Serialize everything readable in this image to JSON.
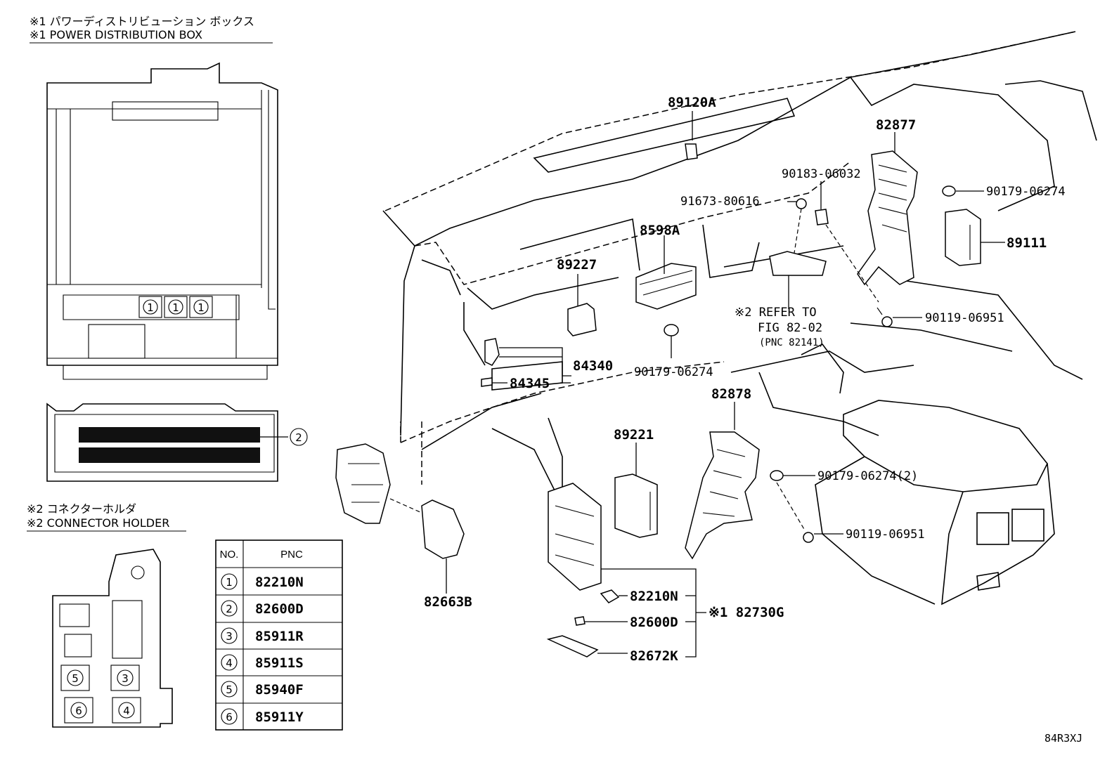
{
  "headers": {
    "note1_jp": "※1 パワーディストリビューション ボックス",
    "note1_en": "※1 POWER DISTRIBUTION BOX",
    "note2_jp": "※2 コネクターホルダ",
    "note2_en": "※2 CONNECTOR HOLDER"
  },
  "callouts": {
    "c89120A": "89120A",
    "c82877": "82877",
    "c90183": "90183-06032",
    "c91673": "91673-80616",
    "c90179_top": "90179-06274",
    "c8598A": "8598A",
    "c89111": "89111",
    "c89227": "89227",
    "refer1": "※2 REFER TO",
    "refer2": "FIG 82-02",
    "refer3": "(PNC 82141)",
    "c90119_top": "90119-06951",
    "c84340": "84340",
    "c84345": "84345",
    "c90179_mid": "90179-06274",
    "c82878": "82878",
    "c89221": "89221",
    "c90179_2": "90179-06274(2)",
    "c90119_bot": "90119-06951",
    "c82663B": "82663B",
    "c82210N": "82210N",
    "c82600D": "82600D",
    "c82730G": "※1 82730G",
    "c82672K": "82672K"
  },
  "box_markers": [
    "1",
    "1",
    "1"
  ],
  "connector_marker": "2",
  "holder_markers": [
    "5",
    "3",
    "6",
    "4"
  ],
  "table": {
    "col_no": "NO.",
    "col_pnc": "PNC",
    "rows": [
      {
        "no": "1",
        "pnc": "82210N"
      },
      {
        "no": "2",
        "pnc": "82600D"
      },
      {
        "no": "3",
        "pnc": "85911R"
      },
      {
        "no": "4",
        "pnc": "85911S"
      },
      {
        "no": "5",
        "pnc": "85940F"
      },
      {
        "no": "6",
        "pnc": "85911Y"
      }
    ]
  },
  "figure_code": "84R3XJ"
}
